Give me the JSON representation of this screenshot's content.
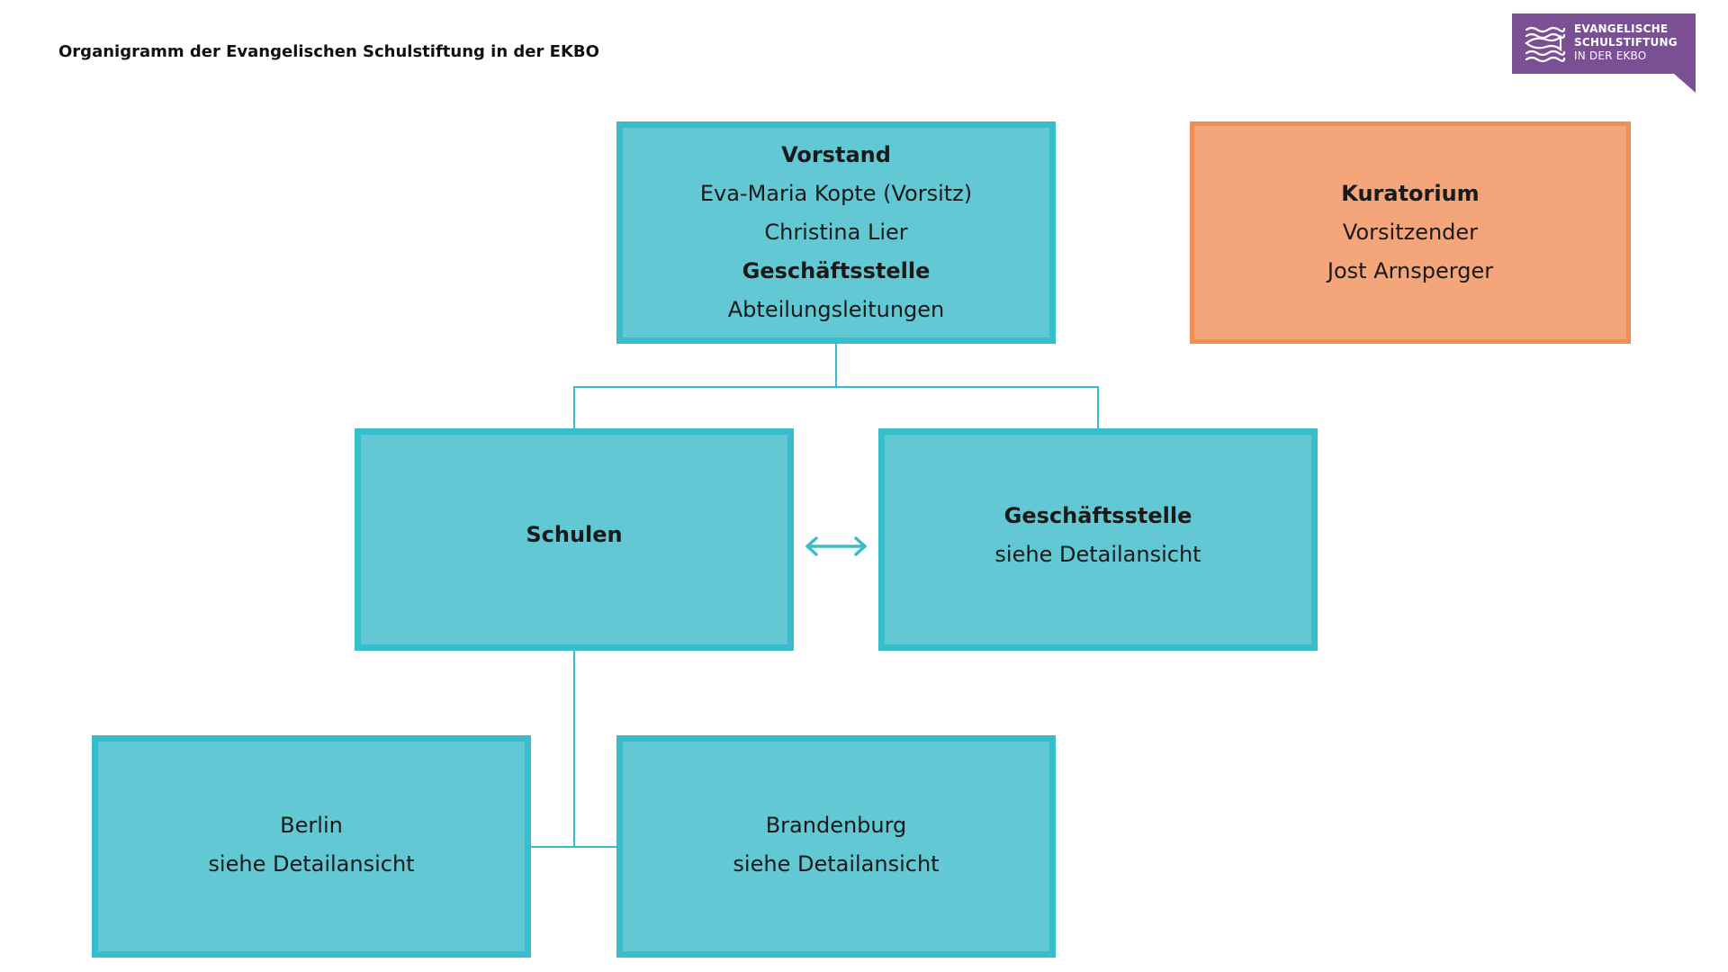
{
  "title": "Organigramm der Evangelischen Schulstiftung in der EKBO",
  "logo": {
    "line1": "EVANGELISCHE",
    "line2": "SCHULSTIFTUNG",
    "line3": "IN DER EKBO",
    "icon": "fish-waves-icon",
    "color": "#7a4f94"
  },
  "colors": {
    "teal_fill": "#62c8d4",
    "teal_border": "#38bdcc",
    "orange_fill": "#f4a57a",
    "orange_border": "#f38d56"
  },
  "nodes": {
    "vorstand": {
      "heading": "Vorstand",
      "line1": "Eva-Maria Kopte (Vorsitz)",
      "line2": "Christina Lier",
      "subheading": "Geschäftsstelle",
      "line3": "Abteilungsleitungen"
    },
    "kuratorium": {
      "heading": "Kuratorium",
      "line1": "Vorsitzender",
      "line2": "Jost Arnsperger"
    },
    "schulen": {
      "heading": "Schulen"
    },
    "geschaeftsstelle": {
      "heading": "Geschäftsstelle",
      "line1": "siehe Detailansicht"
    },
    "berlin": {
      "line1": "Berlin",
      "line2": "siehe Detailansicht"
    },
    "brandenburg": {
      "line1": "Brandenburg",
      "line2": "siehe Detailansicht"
    }
  },
  "edges": [
    {
      "from": "vorstand",
      "to": "schulen"
    },
    {
      "from": "vorstand",
      "to": "geschaeftsstelle"
    },
    {
      "from": "schulen",
      "to": "geschaeftsstelle",
      "type": "bidirectional"
    },
    {
      "from": "schulen",
      "to": "berlin"
    },
    {
      "from": "schulen",
      "to": "brandenburg"
    }
  ]
}
